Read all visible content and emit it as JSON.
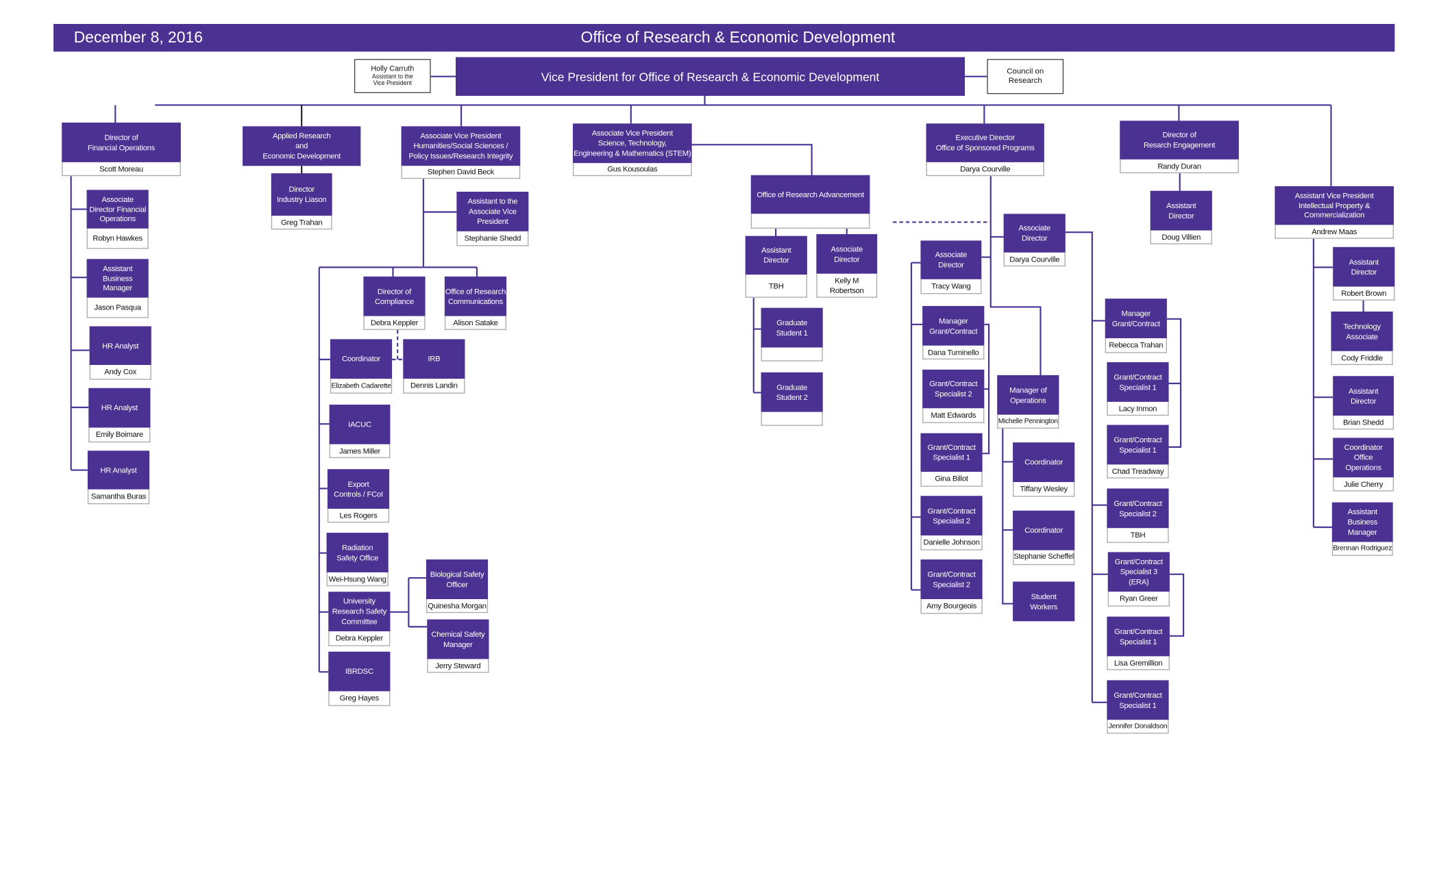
{
  "header": {
    "date": "December 8, 2016",
    "title": "Office of Research & Economic Development"
  },
  "vp": {
    "title": "Vice President for Office of Research & Economic Development"
  },
  "assistant_vp": {
    "name": "Holly Carruth",
    "title": "Assistant to the\nVice President"
  },
  "council": {
    "title": "Council on\nResearch"
  },
  "colors": {
    "primary": "#4a3192",
    "line": "#4b3393"
  },
  "nodes": [
    {
      "title": "Director of\nFinancial Operations",
      "name": "Scott Moreau"
    },
    {
      "title": "Associate\nDirector Financial\nOperations",
      "name": "Robyn Hawkes"
    },
    {
      "title": "Assistant\nBusiness\nManager",
      "name": "Jason Pasqua"
    },
    {
      "title": "HR Analyst",
      "name": "Andy Cox"
    },
    {
      "title": "HR Analyst",
      "name": "Emily Boimare"
    },
    {
      "title": "HR Analyst",
      "name": "Samantha Buras"
    },
    {
      "title": "Applied Research\nand\nEconomic Development"
    },
    {
      "title": "Director\nIndustry Liason",
      "name": "Greg Trahan"
    },
    {
      "title": "Associate Vice President\nHumanities/Social Sciences /\nPolicy Issues/Research Integrity",
      "name": "Stephen David Beck"
    },
    {
      "title": "Assistant to the\nAssociate Vice\nPresident",
      "name": "Stephanie Shedd"
    },
    {
      "title": "Director of\nCompliance",
      "name": "Debra Keppler"
    },
    {
      "title": "Office of Research\nCommunications",
      "name": "Alison Satake"
    },
    {
      "title": "Coordinator",
      "name": "Elizabeth Cadarette"
    },
    {
      "title": "IRB",
      "name": "Dennis Landin"
    },
    {
      "title": "IACUC",
      "name": "James Miller"
    },
    {
      "title": "Export\nControls / FCoI",
      "name": "Les Rogers"
    },
    {
      "title": "Radiation\nSafety Office",
      "name": "Wei-Hsung Wang"
    },
    {
      "title": "University\nResearch Safety\nCommittee",
      "name": "Debra Keppler"
    },
    {
      "title": "IBRDSC",
      "name": "Greg Hayes"
    },
    {
      "title": "Biological Safety\nOfficer",
      "name": "Quinesha Morgan"
    },
    {
      "title": "Chemical Safety\nManager",
      "name": "Jerry Steward"
    },
    {
      "title": "Associate Vice President\nScience, Technology,\nEngineering & Mathematics (STEM)",
      "name": "Gus Kousoulas"
    },
    {
      "title": "Office of Research Advancement",
      "name": ""
    },
    {
      "title": "Assistant\nDirector",
      "name": "TBH"
    },
    {
      "title": "Associate\nDirector",
      "name": "Kelly M\nRobertson"
    },
    {
      "title": "Graduate\nStudent 1",
      "name": ""
    },
    {
      "title": "Graduate\nStudent 2",
      "name": ""
    },
    {
      "title": "Executive Director\nOffice of Sponsored Programs",
      "name": "Darya Courville"
    },
    {
      "title": "Associate\nDirector",
      "name": "Darya Courville"
    },
    {
      "title": "Associate\nDirector",
      "name": "Tracy Wang"
    },
    {
      "title": "Manager\nGrant/Contract",
      "name": "Dana Tuminello"
    },
    {
      "title": "Grant/Contract\nSpecialist 2",
      "name": "Matt Edwards"
    },
    {
      "title": "Grant/Contract\nSpecialist 1",
      "name": "Gina Billot"
    },
    {
      "title": "Grant/Contract\nSpecialist 2",
      "name": "Danielle Johnson"
    },
    {
      "title": "Grant/Contract\nSpecialist 2",
      "name": "Amy Bourgeois"
    },
    {
      "title": "Manager of\nOperations",
      "name": "Michelle Pennington"
    },
    {
      "title": "Coordinator",
      "name": "Tiffany Wesley"
    },
    {
      "title": "Coordinator",
      "name": "Stephanie Scheffel"
    },
    {
      "title": "Student\nWorkers"
    },
    {
      "title": "Manager\nGrant/Contract",
      "name": "Rebecca Trahan"
    },
    {
      "title": "Grant/Contract\nSpecialist  1",
      "name": "Lacy Inmon"
    },
    {
      "title": "Grant/Contract\nSpecialist 1",
      "name": "Chad Treadway"
    },
    {
      "title": "Grant/Contract\nSpecialist 2",
      "name": "TBH"
    },
    {
      "title": "Grant/Contract\nSpecialist 3\n(ERA)",
      "name": "Ryan Greer"
    },
    {
      "title": "Grant/Contract\nSpecialist 1",
      "name": "Lisa Gremillion"
    },
    {
      "title": "Grant/Contract\nSpecialist 1",
      "name": "Jennifer Donaldson"
    },
    {
      "title": "Director of\nResarch Engagement",
      "name": "Randy Duran"
    },
    {
      "title": "Assistant\nDirector",
      "name": "Doug Villien"
    },
    {
      "title": "Assistant Vice President\nIntellectual Property &\nCommercialization",
      "name": "Andrew Maas"
    },
    {
      "title": "Assistant\nDirector",
      "name": "Robert Brown"
    },
    {
      "title": "Technology\nAssociate",
      "name": "Cody Friddle"
    },
    {
      "title": "Assistant\nDirector",
      "name": "Brian Shedd"
    },
    {
      "title": "Coordinator\nOffice\nOperations",
      "name": "Julie Cherry"
    },
    {
      "title": "Assistant\nBusiness\nManager",
      "name": "Brennan Rodriguez"
    }
  ]
}
